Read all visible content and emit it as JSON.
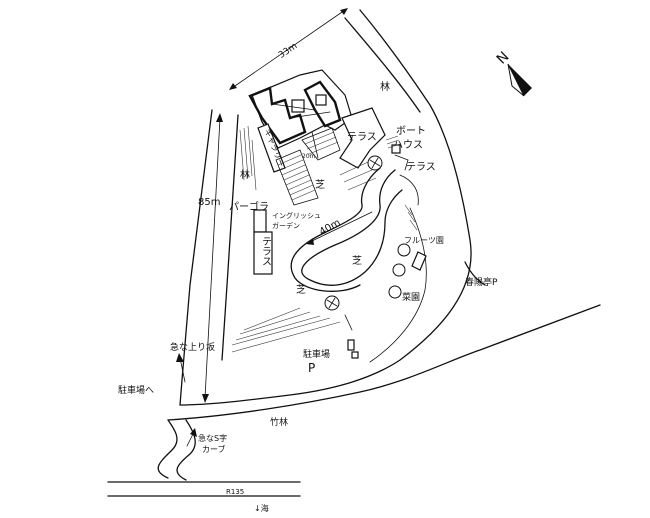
{
  "labels": {
    "woods_north": "林",
    "woods_west": "林",
    "terrace_upper": "テラス",
    "boathouse": "ボート\nハウス",
    "terrace_right": "テラス",
    "gallery": "ギャラリー",
    "lawn_upper": "芝",
    "pergola": "パーゴラ",
    "english_garden": "イングリッシュ\nガーデン",
    "terrace_vertical": "テラス",
    "fruit_garden": "フルーツ園",
    "lawn_middle": "芝",
    "lawn_lower": "芝",
    "vegetable_garden": "菜園",
    "shunyotei_parking": "春陽亭P",
    "steep_slope": "急な上り坂",
    "to_parking": "駐車場へ",
    "parking": "駐車場",
    "parking_symbol": "P",
    "bamboo_forest": "竹林",
    "s_curve": "急なS字\nカーブ",
    "road": "R135",
    "sea": "↓海"
  },
  "dimensions": {
    "width_top": "33m",
    "height_left": "85m",
    "path_length": "40m",
    "small_gap": "20m"
  },
  "compass": {
    "label": "N"
  }
}
